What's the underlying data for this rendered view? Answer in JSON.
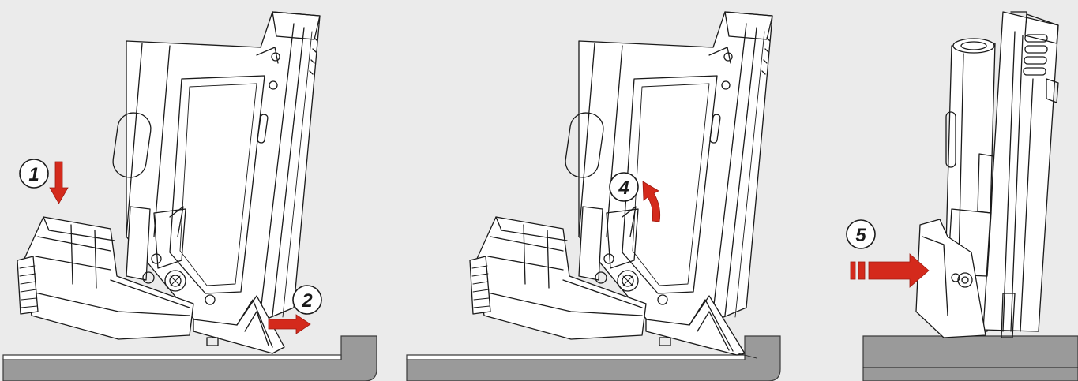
{
  "steps": [
    {
      "label": "1"
    },
    {
      "label": "2"
    },
    {
      "label": "4"
    },
    {
      "label": "5"
    }
  ],
  "colors": {
    "background": "#ebebeb",
    "arrow": "#d42a1c",
    "surface": "#9a9a9a",
    "line": "#1a1a1a"
  },
  "icons": [
    "down-arrow",
    "right-arrow",
    "curved-up-arrow",
    "dashed-right-arrow"
  ]
}
